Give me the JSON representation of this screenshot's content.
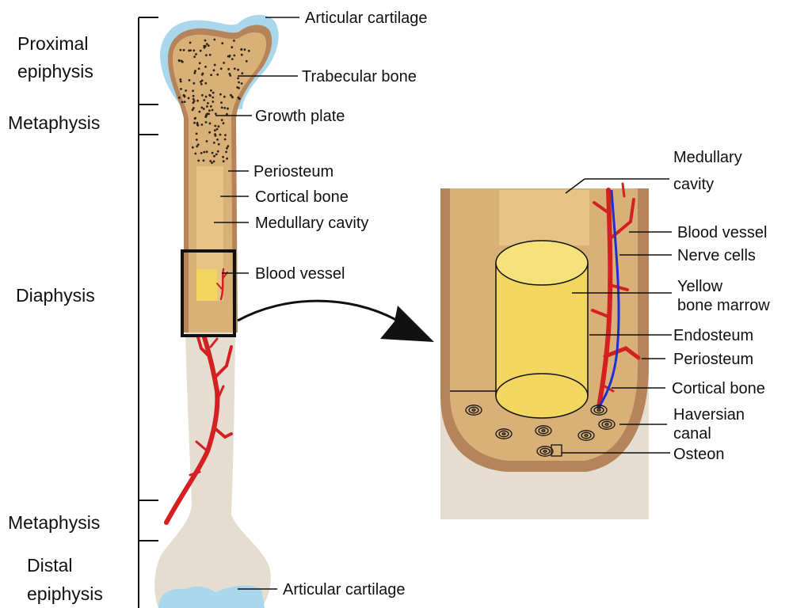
{
  "regions": {
    "proximal_epiphysis": [
      "Proximal",
      "epiphysis"
    ],
    "metaphysis_top": "Metaphysis",
    "diaphysis": "Diaphysis",
    "metaphysis_bottom": "Metaphysis",
    "distal_epiphysis": [
      "Distal",
      "epiphysis"
    ]
  },
  "bone_labels": {
    "articular_cartilage_top": "Articular cartilage",
    "trabecular_bone": "Trabecular bone",
    "growth_plate": "Growth plate",
    "periosteum": "Periosteum",
    "cortical_bone": "Cortical bone",
    "medullary_cavity": "Medullary cavity",
    "blood_vessel": "Blood vessel",
    "articular_cartilage_bottom": "Articular cartilage"
  },
  "detail_labels": {
    "medullary_cavity": [
      "Medullary",
      "cavity"
    ],
    "blood_vessel": "Blood vessel",
    "nerve_cells": "Nerve cells",
    "yellow_bone_marrow": [
      "Yellow",
      "bone marrow"
    ],
    "endosteum": "Endosteum",
    "periosteum": "Periosteum",
    "cortical_bone": "Cortical bone",
    "haversian_canal": [
      "Haversian",
      "canal"
    ],
    "osteon": "Osteon"
  },
  "colors": {
    "cartilage": "#a9d8ec",
    "periosteum": "#b5845a",
    "cortical": "#d9b077",
    "marrow_light": "#e6c485",
    "yellow_marrow": "#f2d660",
    "bone_shaft": "#e6ddd1",
    "vessel": "#d42020",
    "nerve": "#1d2fd6"
  }
}
